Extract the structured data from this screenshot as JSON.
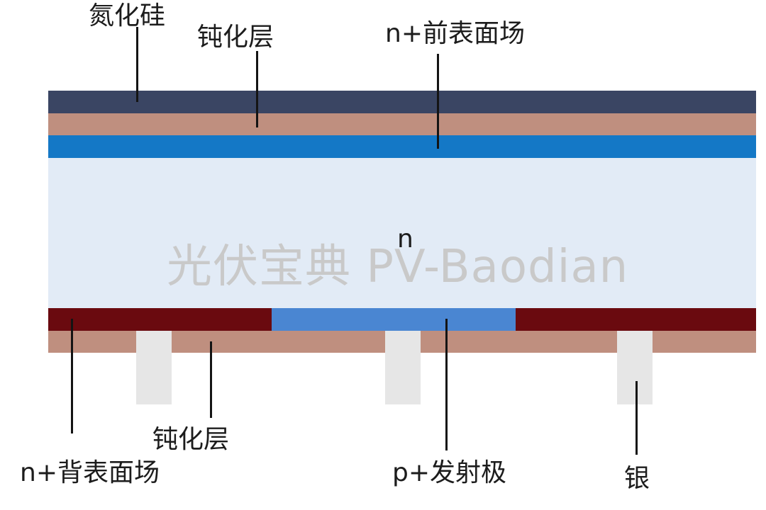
{
  "labels": {
    "silicon_nitride": "氮化硅",
    "passivation_top": "钝化层",
    "front_surface_field": "n+前表面场",
    "bulk": "n",
    "passivation_bottom": "钝化层",
    "back_surface_field": "n+背表面场",
    "emitter": "p+发射极",
    "silver": "银"
  },
  "watermark": "光伏宝典 PV-Baodian",
  "colors": {
    "silicon_nitride": "#3a4563",
    "passivation": "#bf8f7f",
    "front_surface_field": "#1478c6",
    "bulk": "#e2ebf6",
    "back_surface_field": "#6a0a0f",
    "emitter": "#4a86d2",
    "silver": "#e6e6e6",
    "leader_line": "#141414",
    "text": "#1c1c1c"
  }
}
